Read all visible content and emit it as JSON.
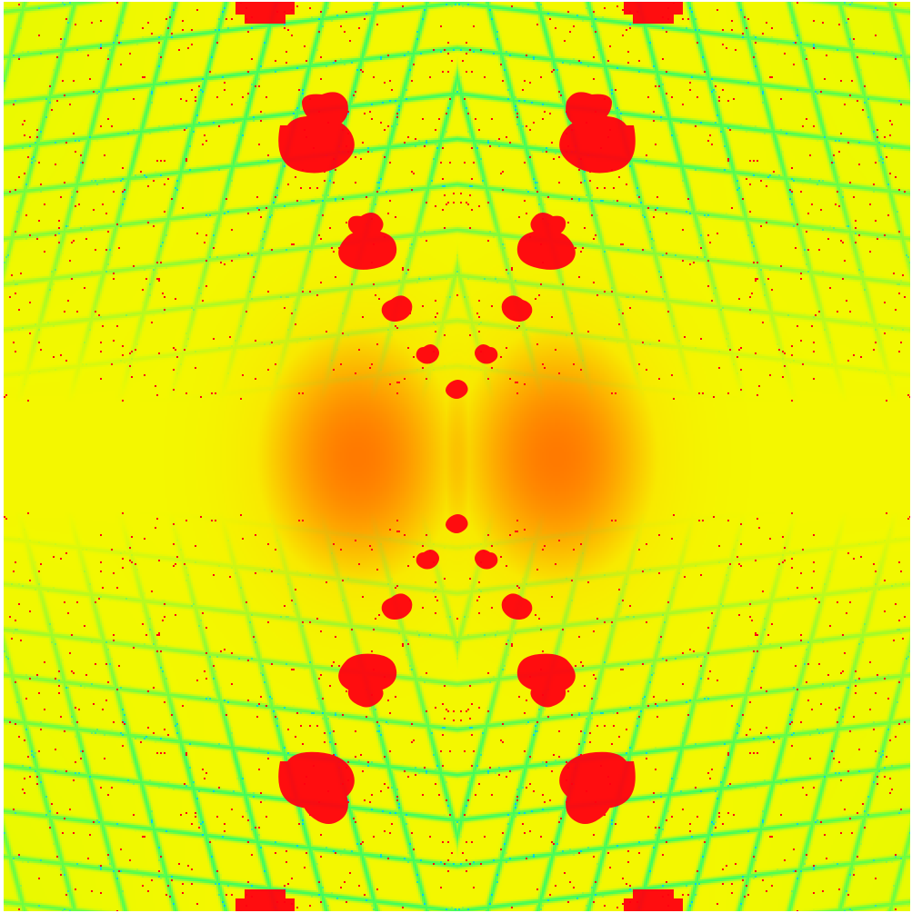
{
  "image": {
    "subject": "Fractal",
    "palette": {
      "background": "#ffffff",
      "escape_near": "#ff7a00",
      "escape_mid": "#ffd400",
      "escape_far": "#f2ff00",
      "boundary": "#23ff6a",
      "boundary_accent": "#00c8ff",
      "interior": "#ff0010"
    },
    "symmetry": {
      "horizontal_mirror": true,
      "vertical_mirror": true
    },
    "features": {
      "center_pinch": "yes",
      "interior_blob_columns": 2,
      "interior_blob_rows_each_half": 6
    }
  }
}
